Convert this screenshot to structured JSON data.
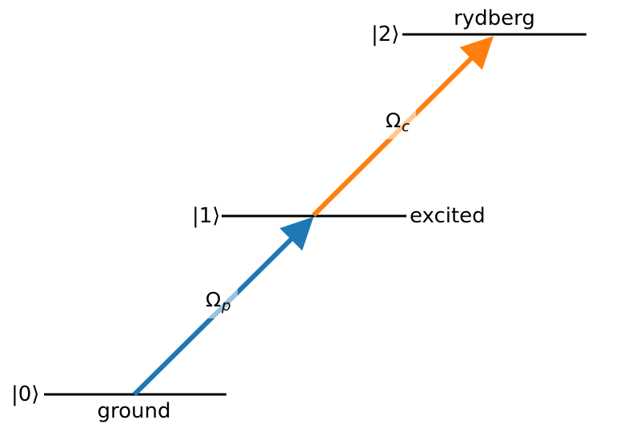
{
  "diagram": {
    "background": "#ffffff",
    "level_line_color": "#000000",
    "levels": [
      {
        "ket": "|0⟩",
        "name": "ground"
      },
      {
        "ket": "|1⟩",
        "name": "excited"
      },
      {
        "ket": "|2⟩",
        "name": "rydberg"
      }
    ],
    "arrows": [
      {
        "symbol": "Ω",
        "sub": "p",
        "color": "#1f77b4"
      },
      {
        "symbol": "Ω",
        "sub": "c",
        "color": "#ff7f0e"
      }
    ]
  }
}
